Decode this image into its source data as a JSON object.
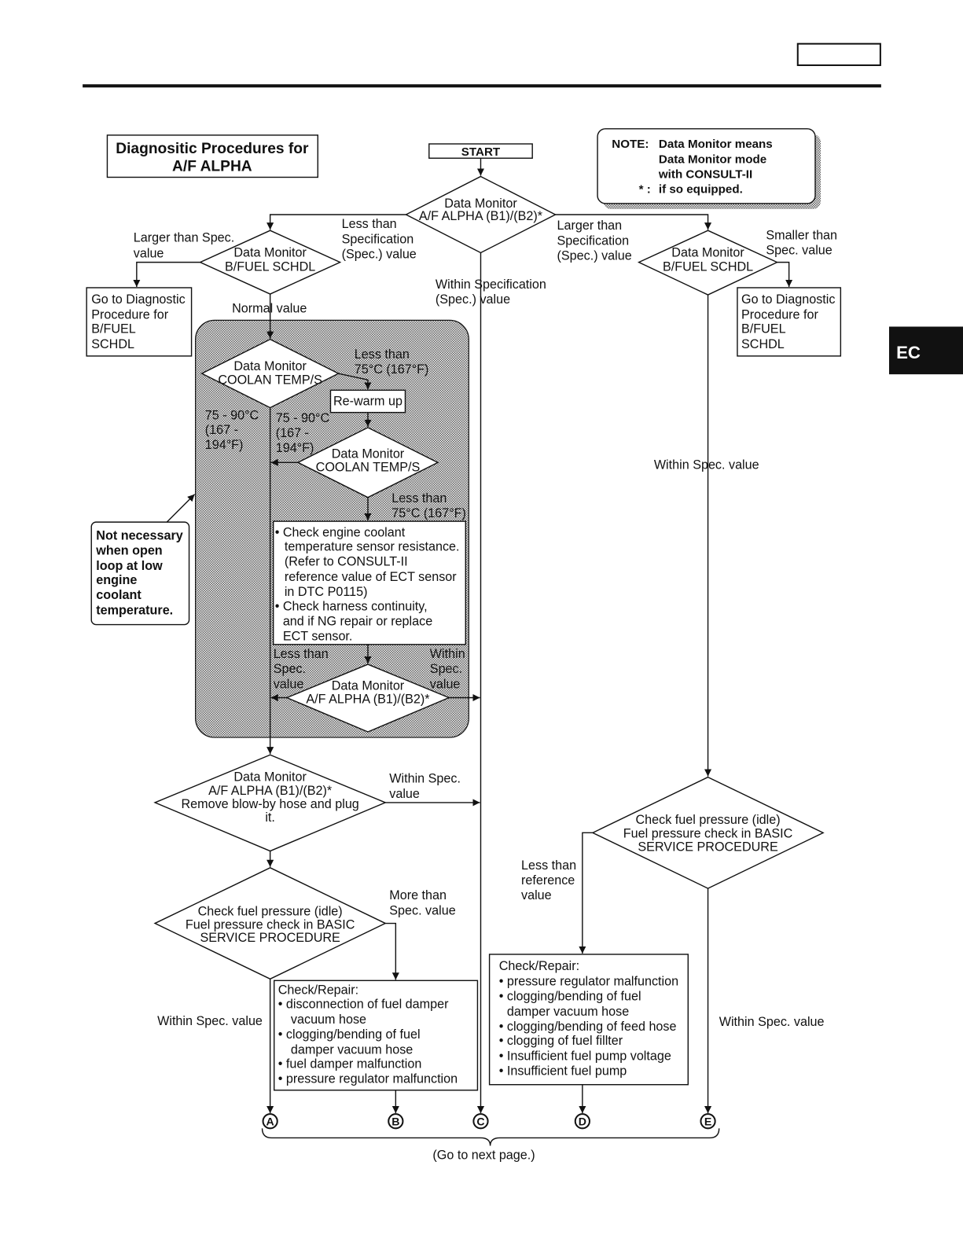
{
  "side_tab": {
    "label": "EC"
  },
  "title": [
    "Diagnositic Procedures for",
    "A/F ALPHA"
  ],
  "start": "START",
  "note": {
    "label": "NOTE:",
    "lines": [
      "Data Monitor means",
      "Data Monitor mode",
      "with CONSULT-II"
    ],
    "mark": "* :",
    "mark_text": "if so equipped."
  },
  "decisions": {
    "af_alpha_main": [
      "Data Monitor",
      "A/F ALPHA (B1)/(B2)*"
    ],
    "bfuel_left": [
      "Data Monitor",
      "B/FUEL SCHDL"
    ],
    "bfuel_right": [
      "Data Monitor",
      "B/FUEL SCHDL"
    ],
    "coolant_1": [
      "Data Monitor",
      "COOLAN TEMP/S"
    ],
    "coolant_2": [
      "Data Monitor",
      "COOLAN TEMP/S"
    ],
    "af_alpha_2": [
      "Data Monitor",
      "A/F ALPHA (B1)/(B2)*"
    ],
    "blowby": [
      "Data Monitor",
      "A/F ALPHA (B1)/(B2)*",
      "Remove blow-by hose and plug",
      "it."
    ],
    "fuel_pressure_left": [
      "Check fuel pressure (idle)",
      "Fuel pressure check in BASIC",
      "SERVICE PROCEDURE"
    ],
    "fuel_pressure_right": [
      "Check fuel pressure (idle)",
      "Fuel pressure check in BASIC",
      "SERVICE PROCEDURE"
    ]
  },
  "boxes": {
    "goto_left": [
      "Go to Diagnostic",
      "Procedure for",
      "B/FUEL",
      "SCHDL"
    ],
    "goto_right": [
      "Go to Diagnostic",
      "Procedure for",
      "B/FUEL",
      "SCHDL"
    ],
    "rewarm": "Re-warm up",
    "check_ect": [
      "• Check engine coolant",
      "temperature sensor resistance.",
      "(Refer to CONSULT-II",
      "reference value of ECT sensor",
      "in DTC P0115)",
      "• Check harness continuity,",
      "and if NG repair or replace",
      "ECT sensor."
    ],
    "repair_b": [
      "Check/Repair:",
      "•  disconnection of fuel damper",
      "vacuum hose",
      "•  clogging/bending of fuel",
      "damper vacuum hose",
      "•  fuel damper malfunction",
      "•  pressure regulator malfunction"
    ],
    "repair_d": [
      "Check/Repair:",
      "• pressure regulator malfunction",
      "• clogging/bending of fuel",
      "damper vacuum hose",
      "• clogging/bending of feed hose",
      "• clogging of fuel fillter",
      "• Insufficient fuel pump voltage",
      "• Insufficient fuel pump"
    ],
    "open_loop_note": [
      "Not necessary",
      "when open",
      "loop at low",
      "engine",
      "coolant",
      "temperature."
    ]
  },
  "labels": {
    "main_less": [
      "Less than",
      "Specification",
      "(Spec.) value"
    ],
    "main_larger": [
      "Larger than",
      "Specification",
      "(Spec.) value"
    ],
    "main_within": [
      "Within Specification",
      "(Spec.) value"
    ],
    "bfuel_left_larger": [
      "Larger than Spec.",
      "value"
    ],
    "bfuel_left_normal": "Normal value",
    "bfuel_right_smaller": [
      "Smaller than",
      "Spec. value"
    ],
    "bfuel_right_within": "Within Spec. value",
    "coolant_1_less": [
      "Less than",
      "75°C (167°F)"
    ],
    "coolant_1_range": [
      "75 - 90°C",
      "(167 -",
      "194°F)"
    ],
    "coolant_2_range": [
      "75 - 90°C",
      "(167 -",
      "194°F)"
    ],
    "coolant_2_less": [
      "Less than",
      "75°C (167°F)"
    ],
    "af_alpha_2_less": [
      "Less than",
      "Spec.",
      "value"
    ],
    "af_alpha_2_within": [
      "Within",
      "Spec.",
      "value"
    ],
    "blowby_within": [
      "Within Spec.",
      "value"
    ],
    "fuel_left_more": [
      "More than",
      "Spec. value"
    ],
    "fuel_left_within": "Within Spec. value",
    "fuel_right_less": [
      "Less than",
      "reference",
      "value"
    ],
    "fuel_right_within": "Within Spec. value"
  },
  "connectors": [
    "A",
    "B",
    "C",
    "D",
    "E"
  ],
  "footer": "(Go to next page.)"
}
